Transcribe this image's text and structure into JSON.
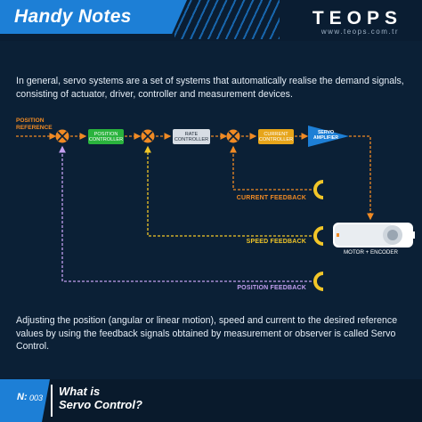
{
  "header": {
    "title": "Handy Notes",
    "brand": "TEOPS",
    "url": "www.teops.com.tr"
  },
  "intro_text": "In general, servo systems are a set of systems that automatically realise the demand signals, consisting of actuator, driver, controller and measurement devices.",
  "diagram": {
    "input_label": "POSITION\nREFERENCE",
    "blocks": {
      "position_controller": "POSITION\nCONTROLLER",
      "rate_controller": "RATE\nCONTROLLER",
      "current_controller": "CURRENT\nCONTROLLER",
      "servo_amplifier": "SERVO\nAMPLIFIER"
    },
    "feedback": {
      "current": "CURRENT FEEDBACK",
      "speed": "SPEED FEEDBACK",
      "position": "POSITION FEEDBACK"
    },
    "motor_label": "MOTOR + ENCODER",
    "colors": {
      "orange": "#f08a24",
      "yellow": "#f2c628",
      "purple": "#c39ff0",
      "green": "#2ab33d",
      "blue": "#1d7fd6"
    }
  },
  "outro_text": "Adjusting the position (angular or linear motion), speed and current to the desired reference values by using the feedback signals obtained by measurement or observer is called Servo Control.",
  "footer": {
    "number_prefix": "N:",
    "number": "003",
    "title": "What is\nServo Control?"
  }
}
